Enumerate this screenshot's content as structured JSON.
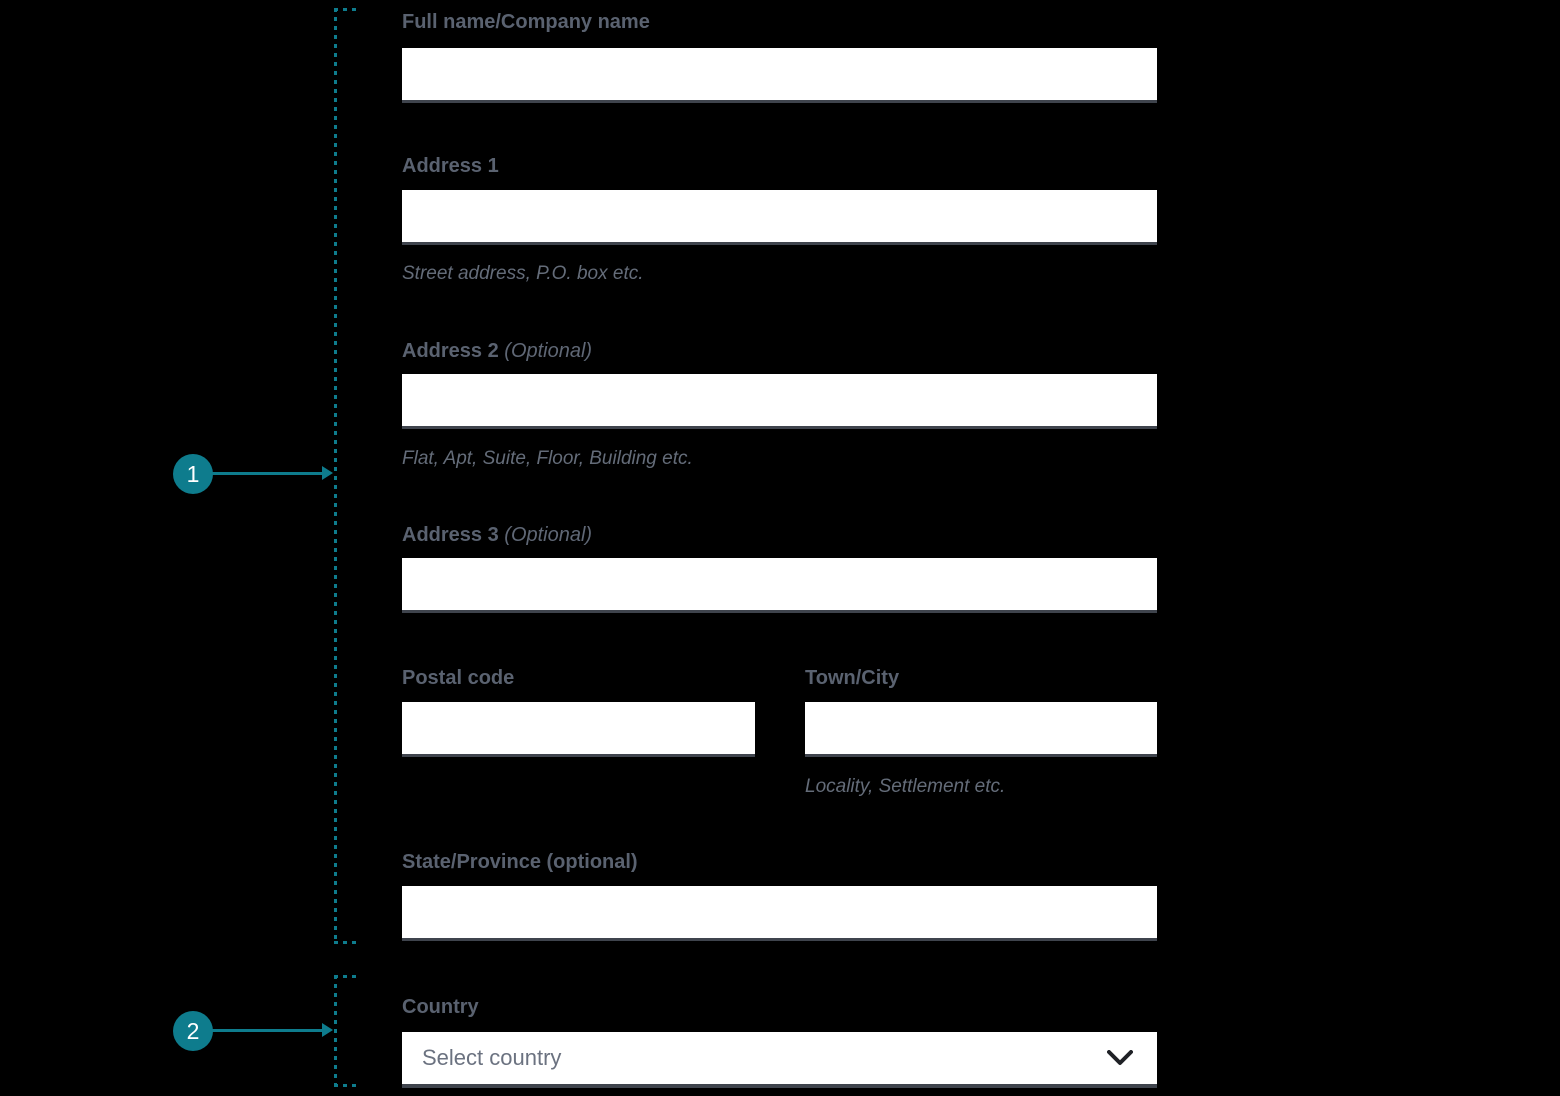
{
  "colors": {
    "background": "#000000",
    "accent": "#0e7c8d",
    "label_text": "#5a6270",
    "helper_text": "#646c79",
    "input_background": "#ffffff",
    "input_border_bottom": "#3f444d",
    "select_placeholder_text": "#6b7280"
  },
  "annotations": {
    "markers": [
      {
        "number": "1"
      },
      {
        "number": "2"
      }
    ]
  },
  "form": {
    "group1": {
      "full_name": {
        "label": "Full name/Company name",
        "value": ""
      },
      "address1": {
        "label": "Address 1",
        "value": "",
        "helper": "Street address, P.O. box etc."
      },
      "address2": {
        "label": "Address 2",
        "optional_suffix": "(Optional)",
        "value": "",
        "helper": "Flat, Apt, Suite, Floor, Building etc."
      },
      "address3": {
        "label": "Address 3",
        "optional_suffix": "(Optional)",
        "value": ""
      },
      "postal_code": {
        "label": "Postal code",
        "value": ""
      },
      "town_city": {
        "label": "Town/City",
        "value": "",
        "helper": "Locality, Settlement etc."
      },
      "state_province": {
        "label": "State/Province (optional)",
        "value": ""
      }
    },
    "group2": {
      "country": {
        "label": "Country",
        "selected_value": "Select country"
      }
    }
  }
}
